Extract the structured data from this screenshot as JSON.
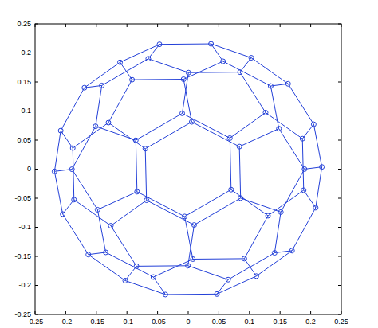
{
  "diagram": {
    "labels": [
      "0.25",
      "0.2",
      "0.15",
      "0.1",
      "0.05",
      "0",
      "-0.05",
      "-0.1",
      "-0.15",
      "-0.2",
      "-0.25",
      "-0.25",
      "-0.2",
      "-0.15",
      "-0.1",
      "-0.05",
      "0",
      "0.05",
      "0.1",
      "0.15",
      "0.2",
      "0.25"
    ]
  }
}
